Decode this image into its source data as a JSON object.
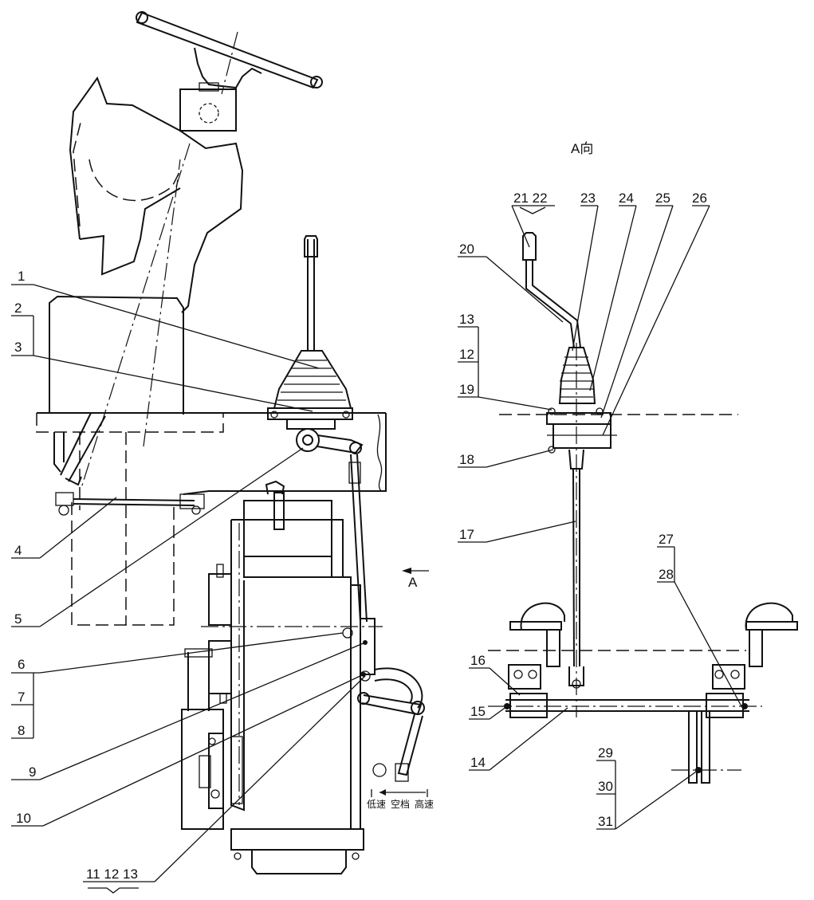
{
  "view_label": "A向",
  "arrow_label": "A",
  "gear_positions": {
    "low": "低速",
    "neutral": "空档",
    "high": "高速"
  },
  "callouts": {
    "c1": "1",
    "c2": "2",
    "c3": "3",
    "c4": "4",
    "c5": "5",
    "c6": "6",
    "c7": "7",
    "c8": "8",
    "c9": "9",
    "c10": "10",
    "c11_12_13": "11 12 13",
    "c21_22": "21 22",
    "c23": "23",
    "c24": "24",
    "c25": "25",
    "c26": "26",
    "c20": "20",
    "c13b": "13",
    "c12b": "12",
    "c19": "19",
    "c18": "18",
    "c17": "17",
    "c27": "27",
    "c28": "28",
    "c16": "16",
    "c15": "15",
    "c14": "14",
    "c29": "29",
    "c30": "30",
    "c31": "31"
  }
}
